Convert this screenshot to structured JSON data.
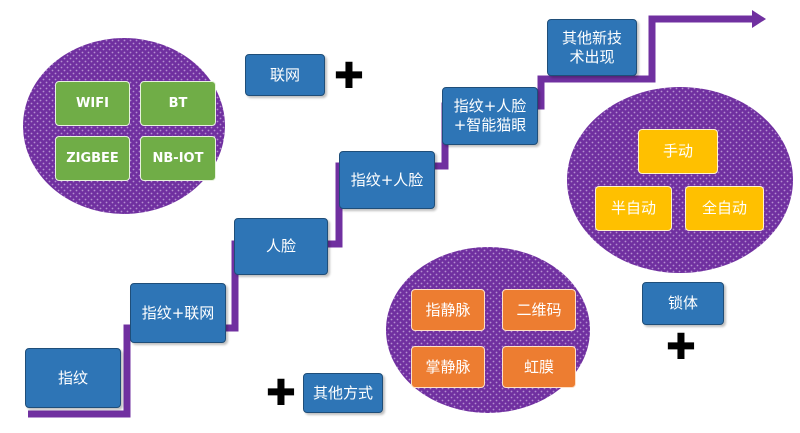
{
  "stairs": [
    {
      "label": "指纹"
    },
    {
      "label": "指纹+联网"
    },
    {
      "label": "人脸"
    },
    {
      "label": "指纹+人脸"
    },
    {
      "label": "指纹+人脸\n+智能猫眼"
    },
    {
      "label": "其他新技\n术出现"
    }
  ],
  "connectivity": {
    "label": "联网",
    "options": [
      "WIFI",
      "BT",
      "ZIGBEE",
      "NB-IOT"
    ]
  },
  "other_methods": {
    "label": "其他方式",
    "options": [
      "指静脉",
      "二维码",
      "掌静脉",
      "虹膜"
    ]
  },
  "lock_body": {
    "label": "锁体",
    "options": [
      "手动",
      "半自动",
      "全自动"
    ]
  },
  "plus_symbol": "✚",
  "colors": {
    "purple": "#7030a0",
    "blue": "#2e75b6",
    "green": "#70ad47",
    "orange": "#ed7d31",
    "gold": "#ffc000"
  }
}
